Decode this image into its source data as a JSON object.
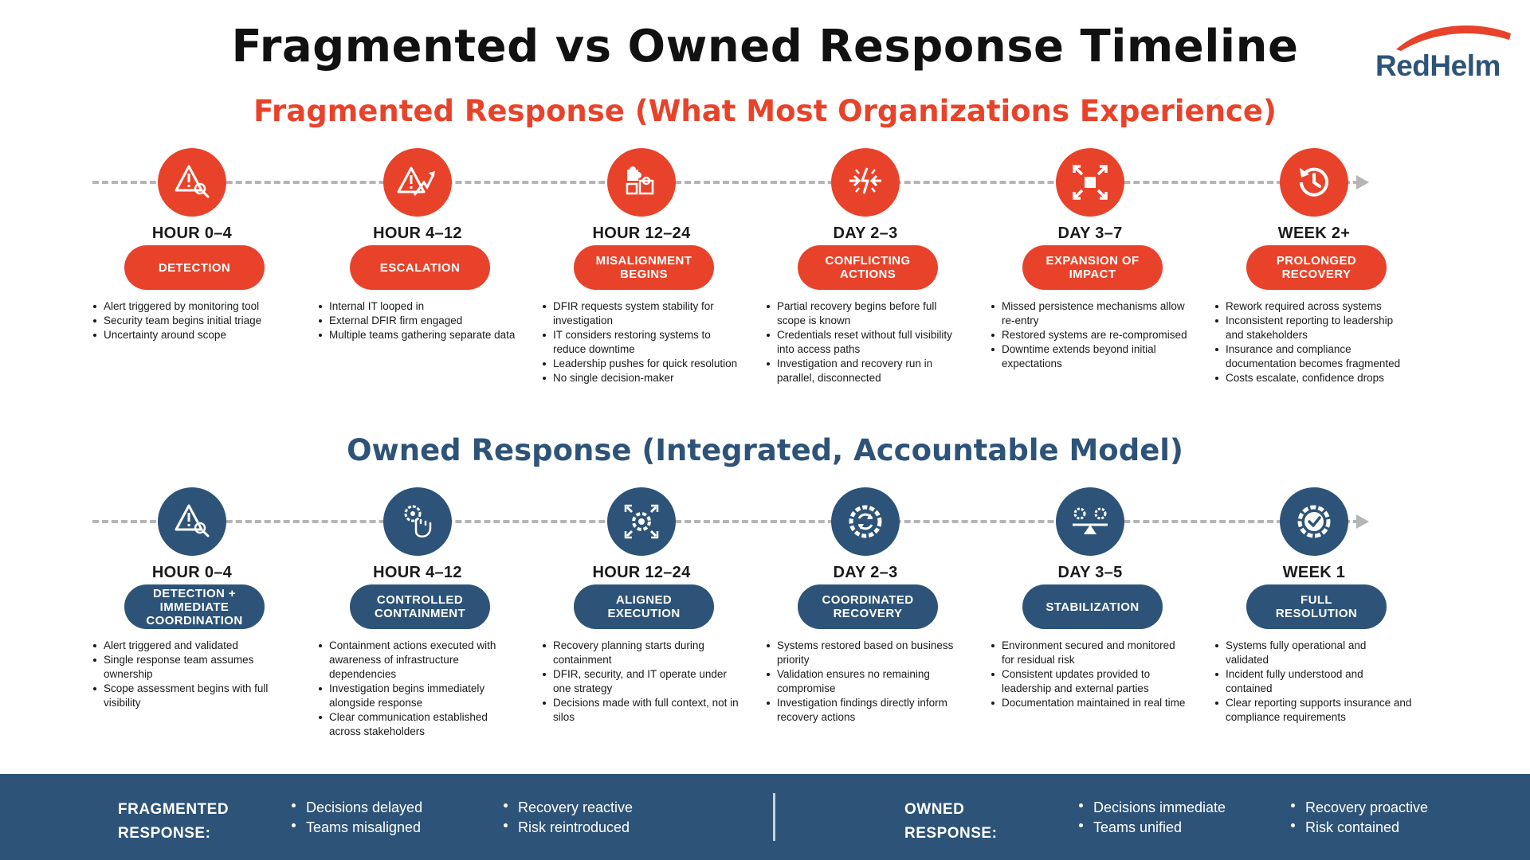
{
  "title": "Fragmented vs Owned Response Timeline",
  "logo": {
    "text": "RedHelm"
  },
  "colors": {
    "fragmented": "#e8432a",
    "owned": "#2d5378",
    "timeline": "#b5b5b5"
  },
  "fragmented": {
    "title": "Fragmented Response (What Most Organizations Experience)",
    "steps": [
      {
        "icon": "alert-search-icon",
        "time": "HOUR 0–4",
        "label": "DETECTION",
        "bullets": [
          "Alert triggered by monitoring tool",
          "Security team begins initial triage",
          "Uncertainty around scope"
        ]
      },
      {
        "icon": "alert-escalation-icon",
        "time": "HOUR 4–12",
        "label": "ESCALATION",
        "bullets": [
          "Internal IT looped in",
          "External DFIR firm engaged",
          "Multiple teams gathering separate data"
        ]
      },
      {
        "icon": "puzzle-icon",
        "time": "HOUR 12–24",
        "label": "MISALIGNMENT BEGINS",
        "bullets": [
          "DFIR requests system stability for investigation",
          "IT considers restoring systems to reduce downtime",
          "Leadership pushes for quick resolution",
          "No single decision-maker"
        ]
      },
      {
        "icon": "conflict-arrows-icon",
        "time": "DAY 2–3",
        "label": "CONFLICTING ACTIONS",
        "bullets": [
          "Partial recovery begins before full scope is known",
          "Credentials reset without full visibility into access paths",
          "Investigation and recovery run in parallel, disconnected"
        ]
      },
      {
        "icon": "expand-arrows-icon",
        "time": "DAY 3–7",
        "label": "EXPANSION OF IMPACT",
        "bullets": [
          "Missed persistence mechanisms allow re-entry",
          "Restored systems are re-compromised",
          "Downtime extends beyond initial expectations"
        ]
      },
      {
        "icon": "history-clock-icon",
        "time": "WEEK 2+",
        "label": "PROLONGED RECOVERY",
        "bullets": [
          "Rework required across systems",
          "Inconsistent reporting to leadership and stakeholders",
          "Insurance and compliance documentation becomes fragmented",
          "Costs escalate, confidence drops"
        ]
      }
    ]
  },
  "owned": {
    "title": "Owned Response (Integrated, Accountable Model)",
    "steps": [
      {
        "icon": "alert-search-icon",
        "time": "HOUR 0–4",
        "label": "DETECTION + IMMEDIATE COORDINATION",
        "bullets": [
          "Alert triggered and validated",
          "Single response team assumes ownership",
          "Scope assessment begins with full visibility"
        ]
      },
      {
        "icon": "hand-gear-icon",
        "time": "HOUR 4–12",
        "label": "CONTROLLED CONTAINMENT",
        "bullets": [
          "Containment actions executed with awareness of infrastructure dependencies",
          "Investigation begins immediately alongside response",
          "Clear communication established across stakeholders"
        ]
      },
      {
        "icon": "gear-arrows-icon",
        "time": "HOUR 12–24",
        "label": "ALIGNED EXECUTION",
        "bullets": [
          "Recovery planning starts during containment",
          "DFIR, security, and IT operate under one strategy",
          "Decisions made with full context, not in silos"
        ]
      },
      {
        "icon": "gear-cycle-icon",
        "time": "DAY 2–3",
        "label": "COORDINATED RECOVERY",
        "bullets": [
          "Systems restored based on business priority",
          "Validation ensures no remaining compromise",
          "Investigation findings directly inform recovery actions"
        ]
      },
      {
        "icon": "balance-gears-icon",
        "time": "DAY 3–5",
        "label": "STABILIZATION",
        "bullets": [
          "Environment secured and monitored for residual risk",
          "Consistent updates provided to leadership and external parties",
          "Documentation maintained in real time"
        ]
      },
      {
        "icon": "gear-check-icon",
        "time": "WEEK 1",
        "label": "FULL RESOLUTION",
        "bullets": [
          "Systems fully operational and validated",
          "Incident fully understood and contained",
          "Clear reporting supports insurance and compliance requirements"
        ]
      }
    ]
  },
  "footer": {
    "fragmented": {
      "label_1": "FRAGMENTED",
      "label_2": "RESPONSE:",
      "col1": [
        "Decisions delayed",
        "Teams misaligned"
      ],
      "col2": [
        "Recovery reactive",
        "Risk reintroduced"
      ]
    },
    "owned": {
      "label_1": "OWNED",
      "label_2": "RESPONSE:",
      "col1": [
        "Decisions immediate",
        "Teams unified"
      ],
      "col2": [
        "Recovery proactive",
        "Risk contained"
      ]
    }
  }
}
